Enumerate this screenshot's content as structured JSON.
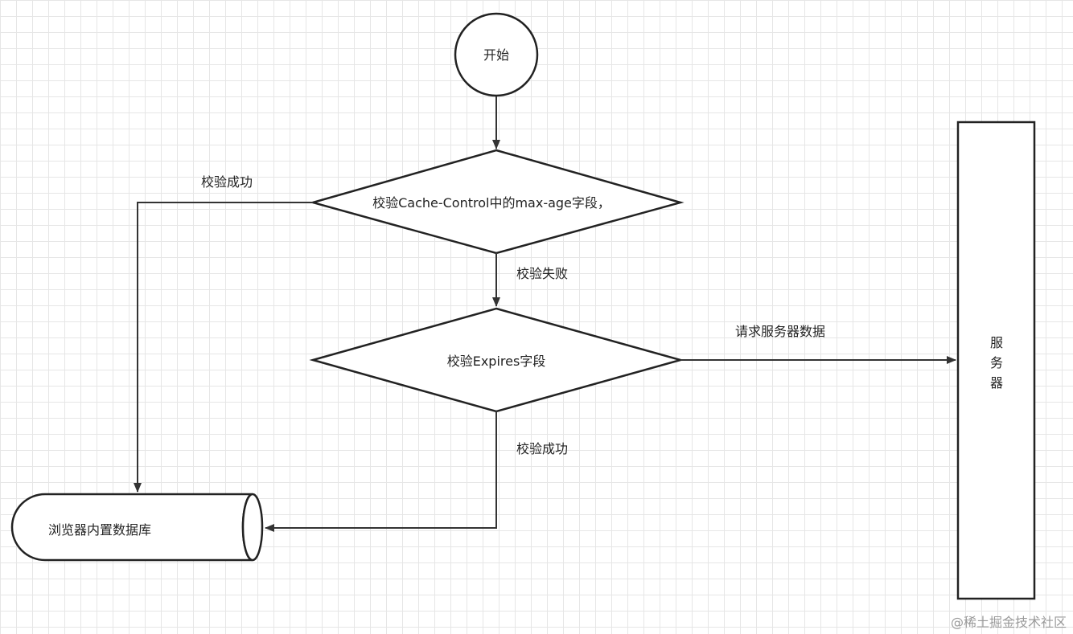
{
  "nodes": {
    "start": "开始",
    "check_max_age": "校验Cache-Control中的max-age字段，",
    "check_expires": "校验Expires字段",
    "browser_db": "浏览器内置数据库",
    "server_chars": [
      "服",
      "务",
      "器"
    ]
  },
  "edges": {
    "max_age_success": "校验成功",
    "max_age_fail": "校验失败",
    "expires_success": "校验成功",
    "request_server": "请求服务器数据"
  },
  "watermark": "@稀土掘金技术社区"
}
